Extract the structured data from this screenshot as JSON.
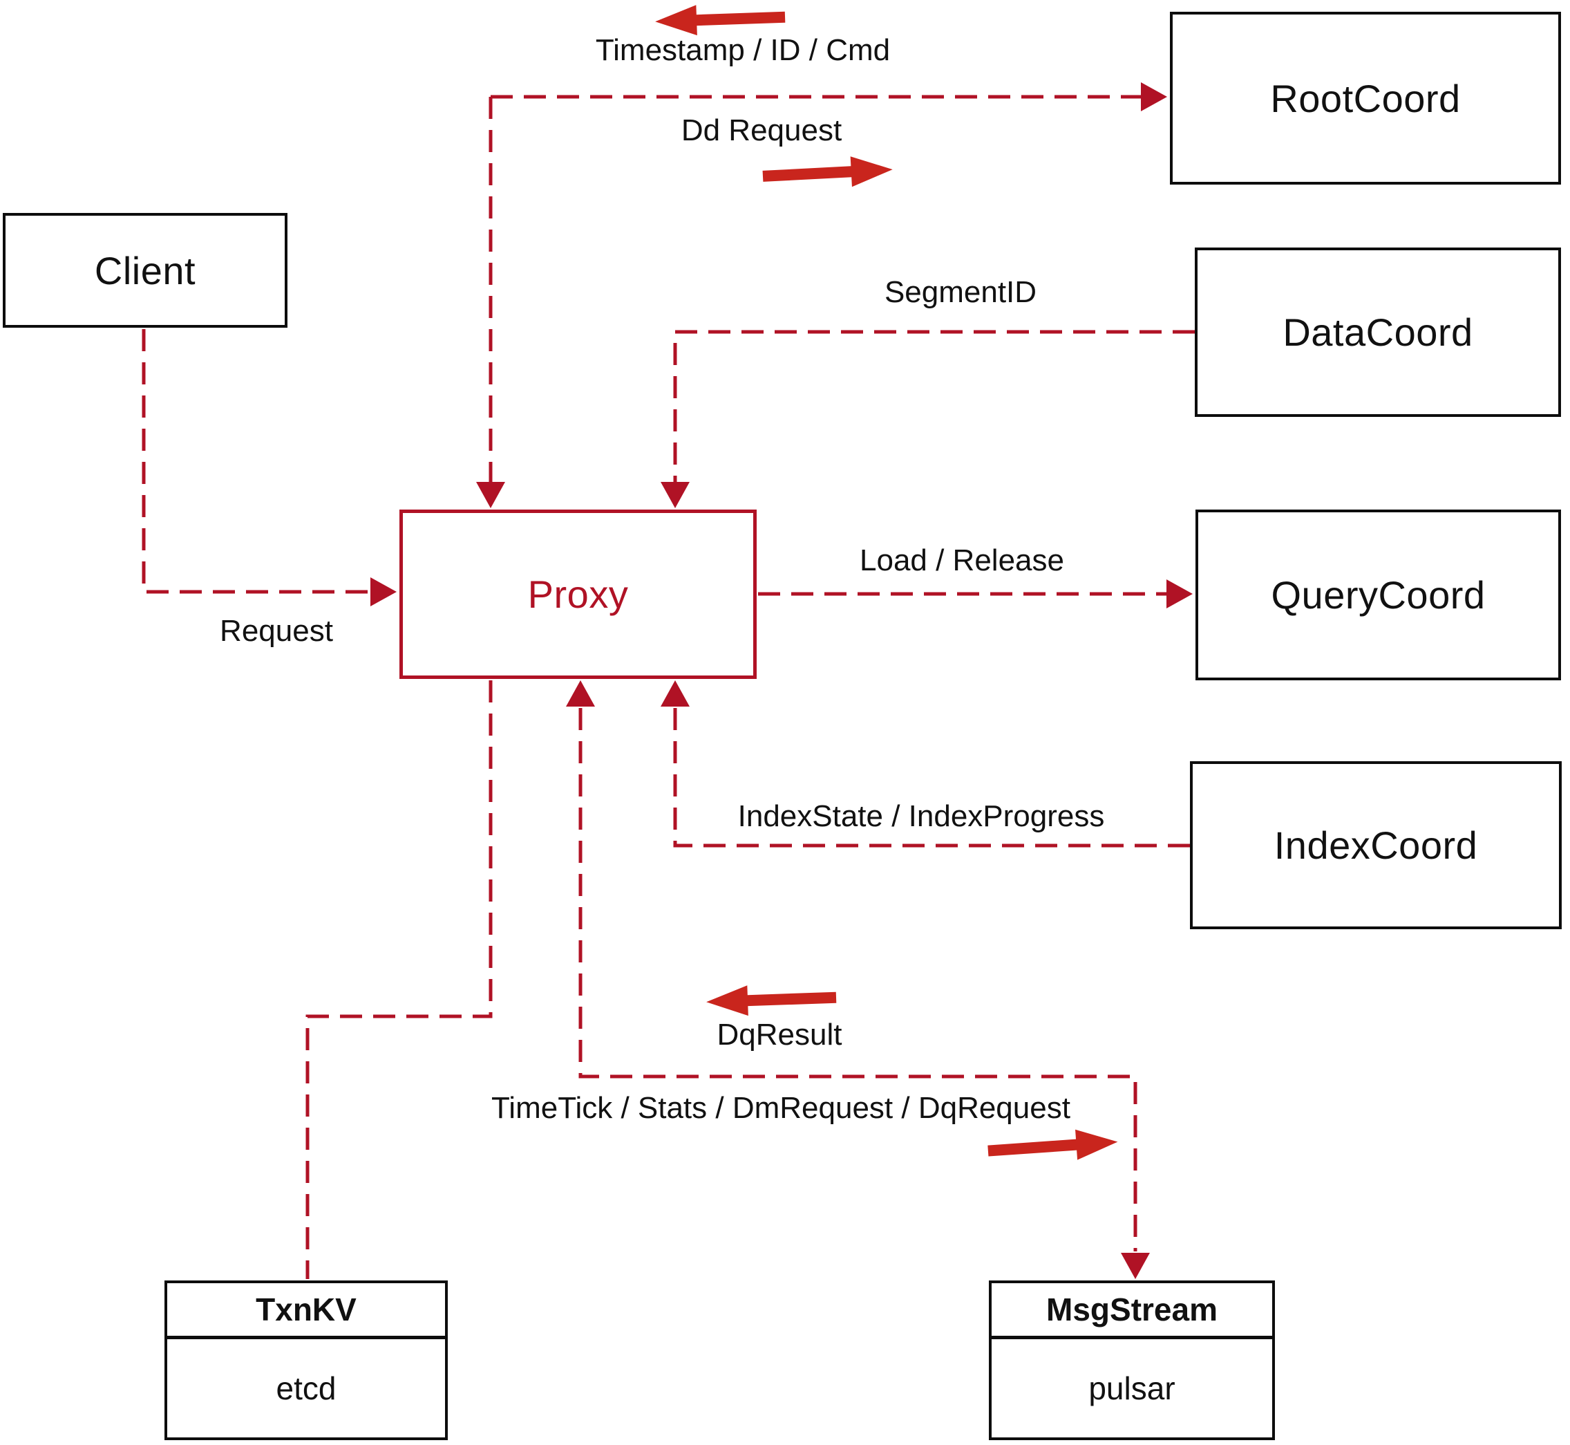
{
  "nodes": {
    "client": {
      "label": "Client"
    },
    "proxy": {
      "label": "Proxy"
    },
    "rootCoord": {
      "label": "RootCoord"
    },
    "dataCoord": {
      "label": "DataCoord"
    },
    "queryCoord": {
      "label": "QueryCoord"
    },
    "indexCoord": {
      "label": "IndexCoord"
    },
    "txnKV": {
      "title": "TxnKV",
      "impl": "etcd"
    },
    "msgStream": {
      "title": "MsgStream",
      "impl": "pulsar"
    }
  },
  "edges": {
    "request": "Request",
    "timestamp_id_cmd": "Timestamp / ID / Cmd",
    "dd_request": "Dd Request",
    "segment_id": "SegmentID",
    "load_release": "Load / Release",
    "index_state_progress": "IndexState / IndexProgress",
    "dq_result": "DqResult",
    "timetick_stats": "TimeTick / Stats / DmRequest / DqRequest"
  },
  "colors": {
    "dashed_line": "#b01225",
    "solid_arrow": "#c9251d",
    "box_border": "#0d0d0d",
    "label_text": "#111111"
  }
}
